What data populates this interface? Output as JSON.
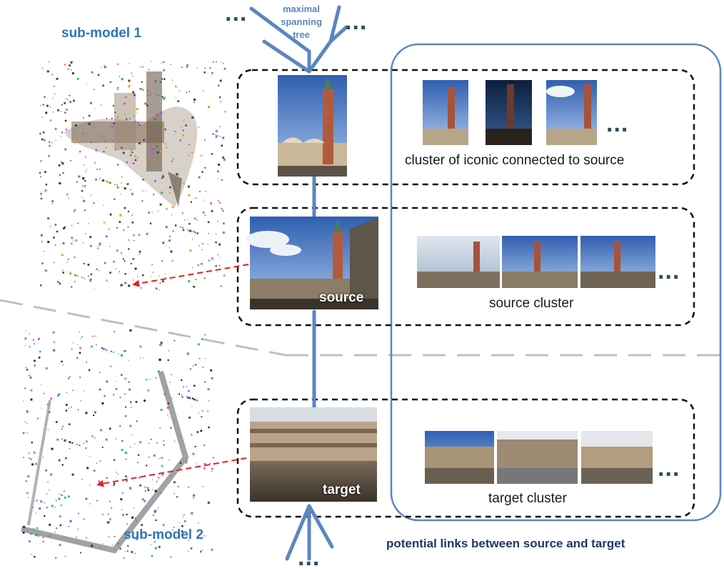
{
  "labels": {
    "sub_model_1": "sub-model 1",
    "sub_model_2": "sub-model 2",
    "mst_line1": "maximal",
    "mst_line2": "spanning",
    "mst_line3": "tree",
    "iconic_cluster": "cluster of iconic connected to source",
    "source_cluster": "source cluster",
    "target_cluster": "target cluster",
    "source": "source",
    "target": "target",
    "potential_links": "potential links between source and target",
    "ellipsis": "..."
  },
  "colors": {
    "tree_blue": "#5b86c0",
    "label_blue": "#2e75b6",
    "caption_navy": "#1f3864",
    "link_red": "#e02020",
    "divider_gray": "#bfbfbf",
    "dots": "#2f4f5a"
  }
}
